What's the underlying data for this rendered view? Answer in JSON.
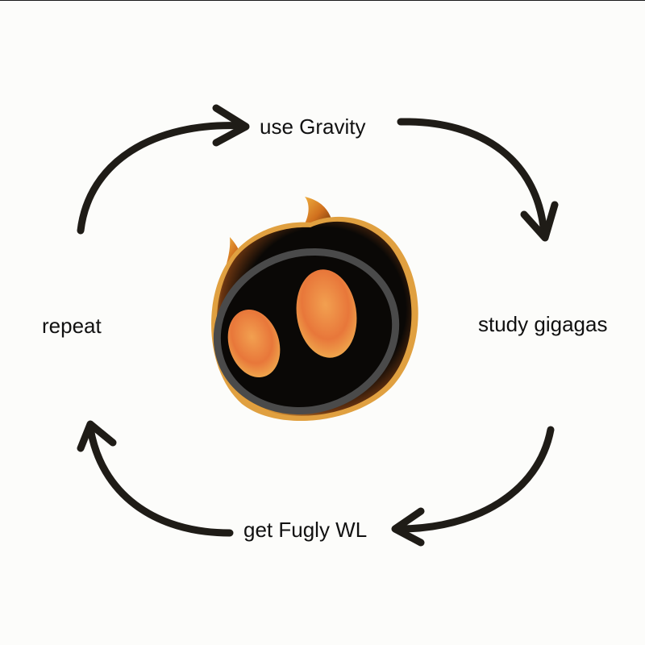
{
  "cycle": {
    "steps": [
      {
        "label": "use Gravity"
      },
      {
        "label": "study gigagas"
      },
      {
        "label": "get Fugly WL"
      },
      {
        "label": "repeat"
      }
    ]
  },
  "colors": {
    "arrow": "#1f1c17",
    "mascot_body": "#0a0806",
    "mascot_glow": "#e07a2a",
    "mascot_eye": "#f08a3a",
    "mascot_ring": "#4a4a4a",
    "background": "#fcfcfa"
  },
  "mascot": {
    "icon": "fire-spirit-mascot-icon"
  }
}
